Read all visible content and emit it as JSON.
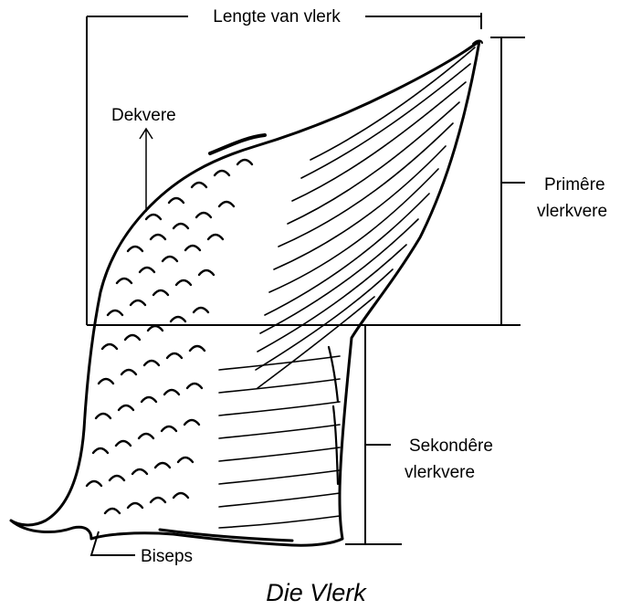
{
  "labels": {
    "wing_length": "Lengte van vlerk",
    "coverts": "Dekvere",
    "primaries_line1": "Primêre",
    "primaries_line2": "vlerkvere",
    "secondaries_line1": "Sekondêre",
    "secondaries_line2": "vlerkvere",
    "biceps": "Biseps"
  },
  "caption": "Die Vlerk",
  "colors": {
    "ink": "#000000",
    "background": "#ffffff"
  }
}
